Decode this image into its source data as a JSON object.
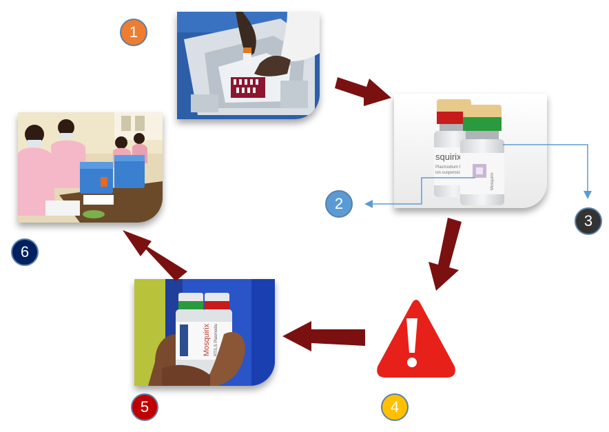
{
  "steps": [
    {
      "number": "1",
      "color": "#ed7d31",
      "icon": "cold-box-photo"
    },
    {
      "number": "2",
      "color": "#5b9bd5",
      "icon": "vial-label-callout"
    },
    {
      "number": "3",
      "color": "#333333",
      "icon": "vial-cap-callout"
    },
    {
      "number": "4",
      "color": "#ffc000",
      "icon": "warning-icon"
    },
    {
      "number": "5",
      "color": "#c00000",
      "icon": "vaccine-vials-in-hand-photo"
    },
    {
      "number": "6",
      "color": "#002060",
      "icon": "health-workers-photo"
    }
  ],
  "vial_text": {
    "label_main": "squirix",
    "label_sub": "Plasmodium falcip",
    "label_sub2": "ion suspension for",
    "label_back": "Mosquirix",
    "hand_label": "Mosquirix",
    "hand_label_sub": "RTS,S Plasmodiu"
  },
  "colors": {
    "arrow": "#7b1010",
    "callout": "#5b9bd5",
    "warning": "#e8201a"
  }
}
